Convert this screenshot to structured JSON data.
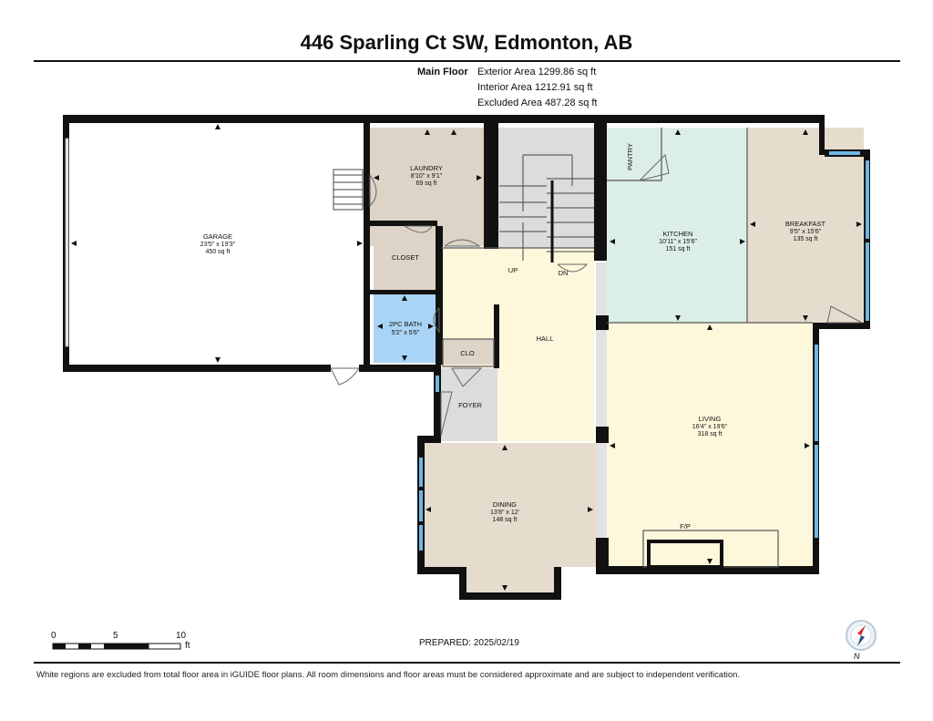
{
  "header": {
    "address": "446 Sparling Ct SW, Edmonton, AB"
  },
  "areas": {
    "floor_name": "Main Floor",
    "exterior": "Exterior Area 1299.86 sq ft",
    "interior": "Interior Area 1212.91 sq ft",
    "excluded": "Excluded Area 487.28 sq ft"
  },
  "rooms": {
    "garage": {
      "name": "GARAGE",
      "dims": "23'5\" x 19'3\"",
      "area": "450 sq ft"
    },
    "laundry": {
      "name": "LAUNDRY",
      "dims": "8'10\" x 9'1\"",
      "area": "69 sq ft"
    },
    "closet": {
      "name": "CLOSET"
    },
    "bath": {
      "name": "2PC BATH",
      "dims": "5'2\" x 5'6\""
    },
    "clo": {
      "name": "CLO"
    },
    "hall": {
      "name": "HALL"
    },
    "foyer": {
      "name": "FOYER"
    },
    "pantry": {
      "name": "PANTRY"
    },
    "kitchen": {
      "name": "KITCHEN",
      "dims": "10'11\" x 15'6\"",
      "area": "151 sq ft"
    },
    "breakfast": {
      "name": "BREAKFAST",
      "dims": "9'5\" x 15'6\"",
      "area": "135 sq ft"
    },
    "living": {
      "name": "LIVING",
      "dims": "16'4\" x 19'6\"",
      "area": "318 sq ft"
    },
    "dining": {
      "name": "DINING",
      "dims": "13'8\" x 12'",
      "area": "148 sq ft"
    },
    "fireplace": "F/P",
    "stairs_up": "UP",
    "stairs_down": "DN"
  },
  "scale": {
    "labels": [
      "0",
      "5",
      "10"
    ],
    "unit": "ft"
  },
  "footer": {
    "prepared": "PREPARED: 2025/02/19",
    "disclaimer": "White regions are excluded from total floor area in iGUIDE floor plans. All room dimensions and floor areas must be considered approximate and are subject to independent verification."
  },
  "compass": {
    "label": "N"
  },
  "colors": {
    "wall": "#111111",
    "garage": "#ffffff",
    "laundry": "#ddd3c6",
    "bath": "#a9d4f5",
    "hall": "#fdf7dc",
    "stairs": "#dcdcdc",
    "kitchen": "#dcefe6",
    "breakfast": "#e6dccd",
    "living": "#fdf7dc",
    "dining": "#e6dccd",
    "window": "#6fb6e3"
  }
}
